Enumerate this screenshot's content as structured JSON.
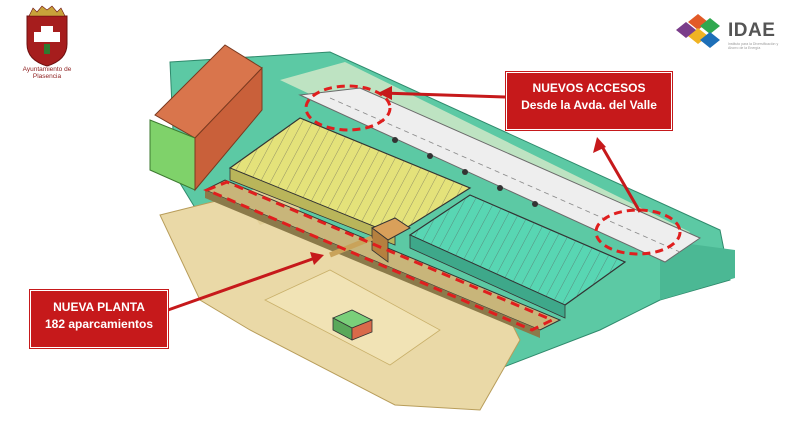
{
  "municipality_logo": {
    "icon": "city-crest-icon",
    "name_line1": "Ayuntamiento de",
    "name_line2": "Plasencia"
  },
  "partner_logo": {
    "icon": "idae-emblem-icon",
    "name": "IDAE",
    "subtitle": "Instituto para la Diversificación y Ahorro de la Energía"
  },
  "callouts": {
    "new_access": {
      "line1": "NUEVOS ACCESOS",
      "line2": "Desde la Avda. del Valle"
    },
    "new_floor": {
      "line1": "NUEVA PLANTA",
      "line2": "182 aparcamientos"
    }
  },
  "colors": {
    "callout_red": "#c6191b",
    "terrain_green": "#5cc9a4",
    "new_floor_yellow": "#e4e27a",
    "lower_level_teal": "#58d6b3",
    "ground_tan": "#ead9a7",
    "brick_building": "#d9754c"
  }
}
